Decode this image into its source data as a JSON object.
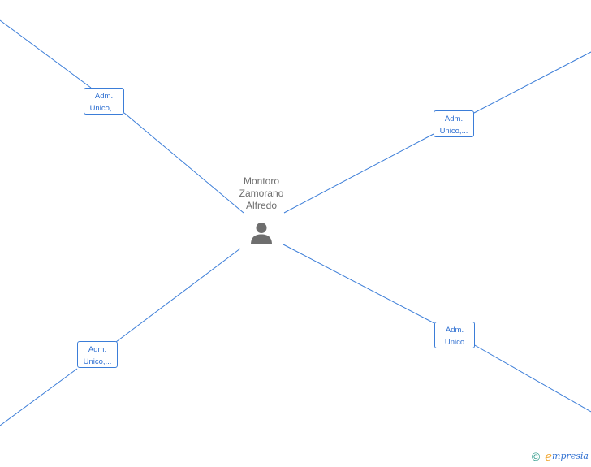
{
  "center": {
    "name_lines": [
      "Montoro",
      "Zamorano",
      "Alfredo"
    ],
    "icon": "person-icon"
  },
  "relations": [
    {
      "id": "top-left",
      "lines": [
        "Adm.",
        "Unico,..."
      ]
    },
    {
      "id": "top-right",
      "lines": [
        "Adm.",
        "Unico,..."
      ]
    },
    {
      "id": "bottom-left",
      "lines": [
        "Adm.",
        "Unico,..."
      ]
    },
    {
      "id": "bottom-right",
      "lines": [
        "Adm.",
        "Unico"
      ]
    }
  ],
  "footer": {
    "copyright_symbol": "©",
    "brand_initial": "e",
    "brand_rest": "mpresia"
  },
  "colors": {
    "edge": "#3b7dd8",
    "box_border": "#3b7dd8",
    "box_text": "#2e6fd1",
    "center_text": "#6e6e6e",
    "icon_fill": "#6e6e6e"
  }
}
